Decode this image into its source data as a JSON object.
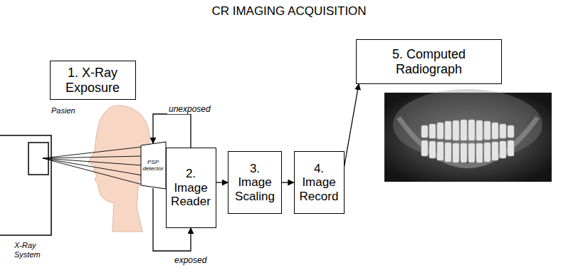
{
  "diagram": {
    "title": "CR IMAGING ACQUISITION",
    "nodes": [
      {
        "text": [
          "1. X-Ray Exposure"
        ]
      },
      {
        "text": [
          "PSP detector"
        ]
      },
      {
        "text": [
          "2. Image Reader"
        ]
      },
      {
        "text": [
          "3. Image Scaling"
        ]
      },
      {
        "text": [
          "4. Image Record"
        ]
      },
      {
        "text": [
          "5. Computed Radiograph"
        ]
      }
    ],
    "edges": [
      {
        "from": 2,
        "to": 1,
        "arrow": "to",
        "label": "unexposed"
      },
      {
        "from": 1,
        "to": 2,
        "arrow": "to",
        "label": "exposed"
      },
      {
        "from": 2,
        "to": 3,
        "arrow": "to"
      },
      {
        "from": 3,
        "to": 4,
        "arrow": "to"
      },
      {
        "from": 4,
        "to": 5,
        "arrow": "to"
      }
    ],
    "labels": [
      "Pasien",
      "X-Ray System"
    ]
  }
}
